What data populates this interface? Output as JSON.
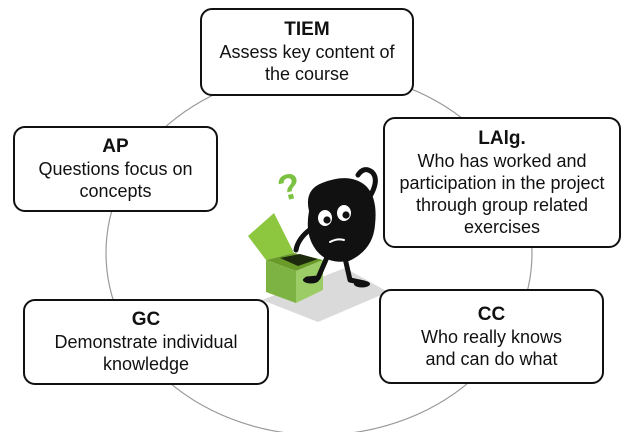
{
  "nodes": {
    "tiem": {
      "title": "TIEM",
      "desc": "Assess key content of\nthe course"
    },
    "ap": {
      "title": "AP",
      "desc": "Questions focus on\nconcepts"
    },
    "laig": {
      "title": "LAlg.",
      "desc": "Who has worked and\nparticipation in the project\nthrough group related\nexercises"
    },
    "gc": {
      "title": "GC",
      "desc": "Demonstrate individual\nknowledge"
    },
    "cc": {
      "title": "CC",
      "desc": "Who really knows\nand can do what"
    }
  },
  "illustration": {
    "character": "thinking-character",
    "question_mark": "?",
    "box": "open-green-box",
    "colors": {
      "box_green": "#8dc63f",
      "question_green": "#7cc242",
      "character": "#111111",
      "circle": "#9a9a9a"
    }
  }
}
